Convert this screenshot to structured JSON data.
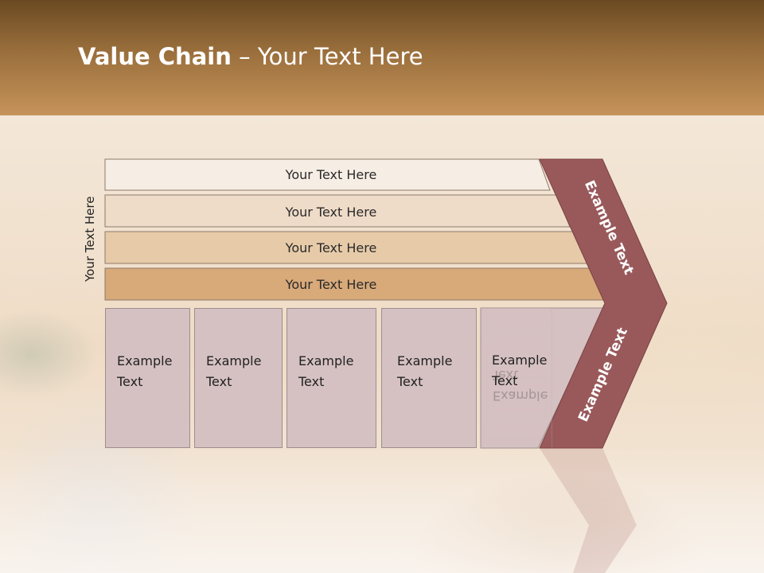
{
  "title": {
    "bold": "Value Chain",
    "rest": " – Your Text Here"
  },
  "side_label": "Your Text Here",
  "bars": [
    {
      "label": "Your Text Here",
      "color": "#f6ede4"
    },
    {
      "label": "Your Text Here",
      "color": "#efdcc8"
    },
    {
      "label": "Your Text Here",
      "color": "#e7cba9"
    },
    {
      "label": "Your Text Here",
      "color": "#d8a979"
    }
  ],
  "boxes": [
    {
      "line1": "Example",
      "line2": "Text"
    },
    {
      "line1": "Example",
      "line2": "Text"
    },
    {
      "line1": "Example",
      "line2": "Text"
    },
    {
      "line1": "Example",
      "line2": "Text"
    },
    {
      "line1": "Example",
      "line2": "Text"
    }
  ],
  "chevron": {
    "upper_label": "Example Text",
    "lower_label": "Example Text",
    "color": "#99595a"
  },
  "colors": {
    "header_top": "#6a4a22",
    "header_bottom": "#c6935a",
    "box_fill": "#d6c1c2"
  }
}
